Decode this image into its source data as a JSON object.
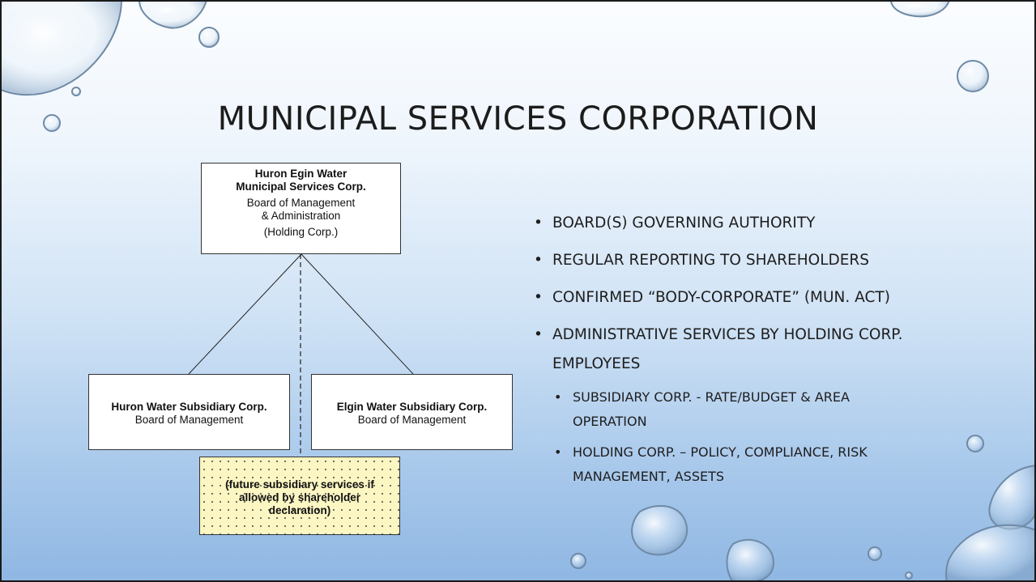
{
  "slide": {
    "title": "MUNICIPAL SERVICES CORPORATION"
  },
  "org_chart": {
    "top": {
      "name_line1": "Huron Egin Water",
      "name_line2": "Municipal Services Corp.",
      "role_line1": "Board of Management",
      "role_line2": "& Administration",
      "type": "(Holding Corp.)"
    },
    "left": {
      "name": "Huron Water Subsidiary Corp.",
      "role": "Board of Management"
    },
    "right": {
      "name": "Elgin Water Subsidiary Corp.",
      "role": "Board of Management"
    },
    "future": {
      "line1": "(future subsidiary services if",
      "line2": "allowed by shareholder",
      "line3": "declaration)"
    }
  },
  "bullets": {
    "b1": "BOARD(S) GOVERNING AUTHORITY",
    "b2": "REGULAR REPORTING TO SHAREHOLDERS",
    "b3": "CONFIRMED “BODY-CORPORATE” (MUN. ACT)",
    "b4": "ADMINISTRATIVE SERVICES BY HOLDING CORP. EMPLOYEES",
    "sub1": "SUBSIDIARY CORP. - RATE/BUDGET & AREA OPERATION",
    "sub2": "HOLDING CORP. – POLICY, COMPLIANCE, RISK MANAGEMENT, ASSETS"
  }
}
